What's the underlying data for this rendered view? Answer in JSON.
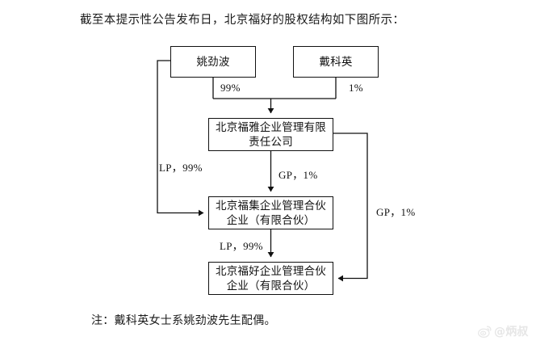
{
  "document": {
    "intro_text": "截至本提示性公告发布日，北京福好的股权结构如下图所示：",
    "note_text": "注：戴科英女士系姚劲波先生配偶。"
  },
  "watermark": {
    "logo_icon": "weibo-icon",
    "handle": "@炳叔",
    "color": "#e2e2e2"
  },
  "diagram": {
    "type": "org-equity-structure",
    "line_color": "#111111",
    "box_fill": "#ffffff",
    "nodes": [
      {
        "id": "yao",
        "label": "姚劲波"
      },
      {
        "id": "dai",
        "label": "戴科英"
      },
      {
        "id": "fuya",
        "label": "北京福雅企业管理有限\n责任公司"
      },
      {
        "id": "fuji",
        "label": "北京福集企业管理合伙\n企业（有限合伙）"
      },
      {
        "id": "fuhao",
        "label": "北京福好企业管理合伙\n企业（有限合伙）"
      }
    ],
    "edges": [
      {
        "from": "yao",
        "to": "fuya",
        "label": "99%"
      },
      {
        "from": "dai",
        "to": "fuya",
        "label": "1%"
      },
      {
        "from": "fuya",
        "to": "fuji",
        "label": "GP，1%"
      },
      {
        "from": "yao",
        "to": "fuji",
        "label": "LP，99%"
      },
      {
        "from": "fuya",
        "to": "fuhao",
        "label": "GP，1%"
      },
      {
        "from": "fuji",
        "to": "fuhao",
        "label": "LP，99%"
      }
    ]
  }
}
